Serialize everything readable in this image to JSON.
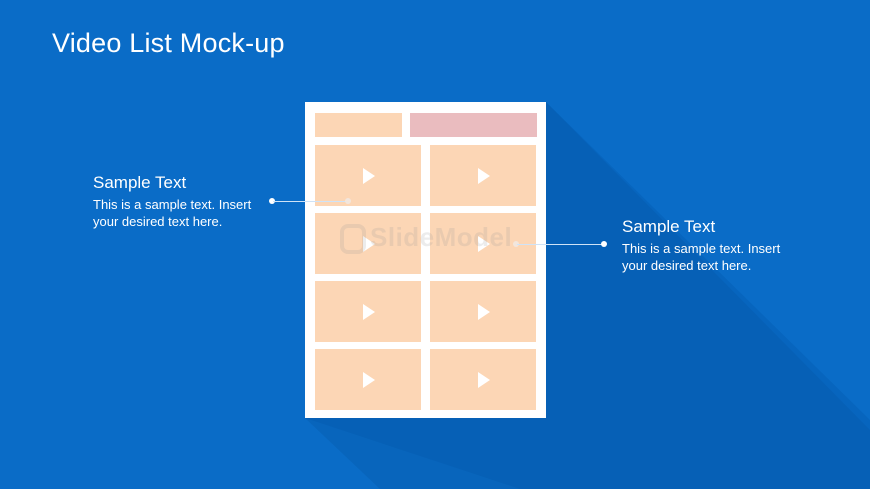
{
  "slide": {
    "title": "Video List Mock-up",
    "background_color": "#0a6cc7"
  },
  "mockup": {
    "header_bars": [
      {
        "color": "#fcd6b5"
      },
      {
        "color": "#eabcbf"
      }
    ],
    "thumbnail_color": "#fcd6b5",
    "thumbnail_icon": "play-icon",
    "rows": 4,
    "columns": 2
  },
  "callouts": {
    "left": {
      "heading": "Sample Text",
      "body": "This is a sample text. Insert your desired text here."
    },
    "right": {
      "heading": "Sample Text",
      "body": "This is a sample text. Insert your desired text here."
    }
  },
  "watermark": {
    "text": "SlideModel"
  }
}
